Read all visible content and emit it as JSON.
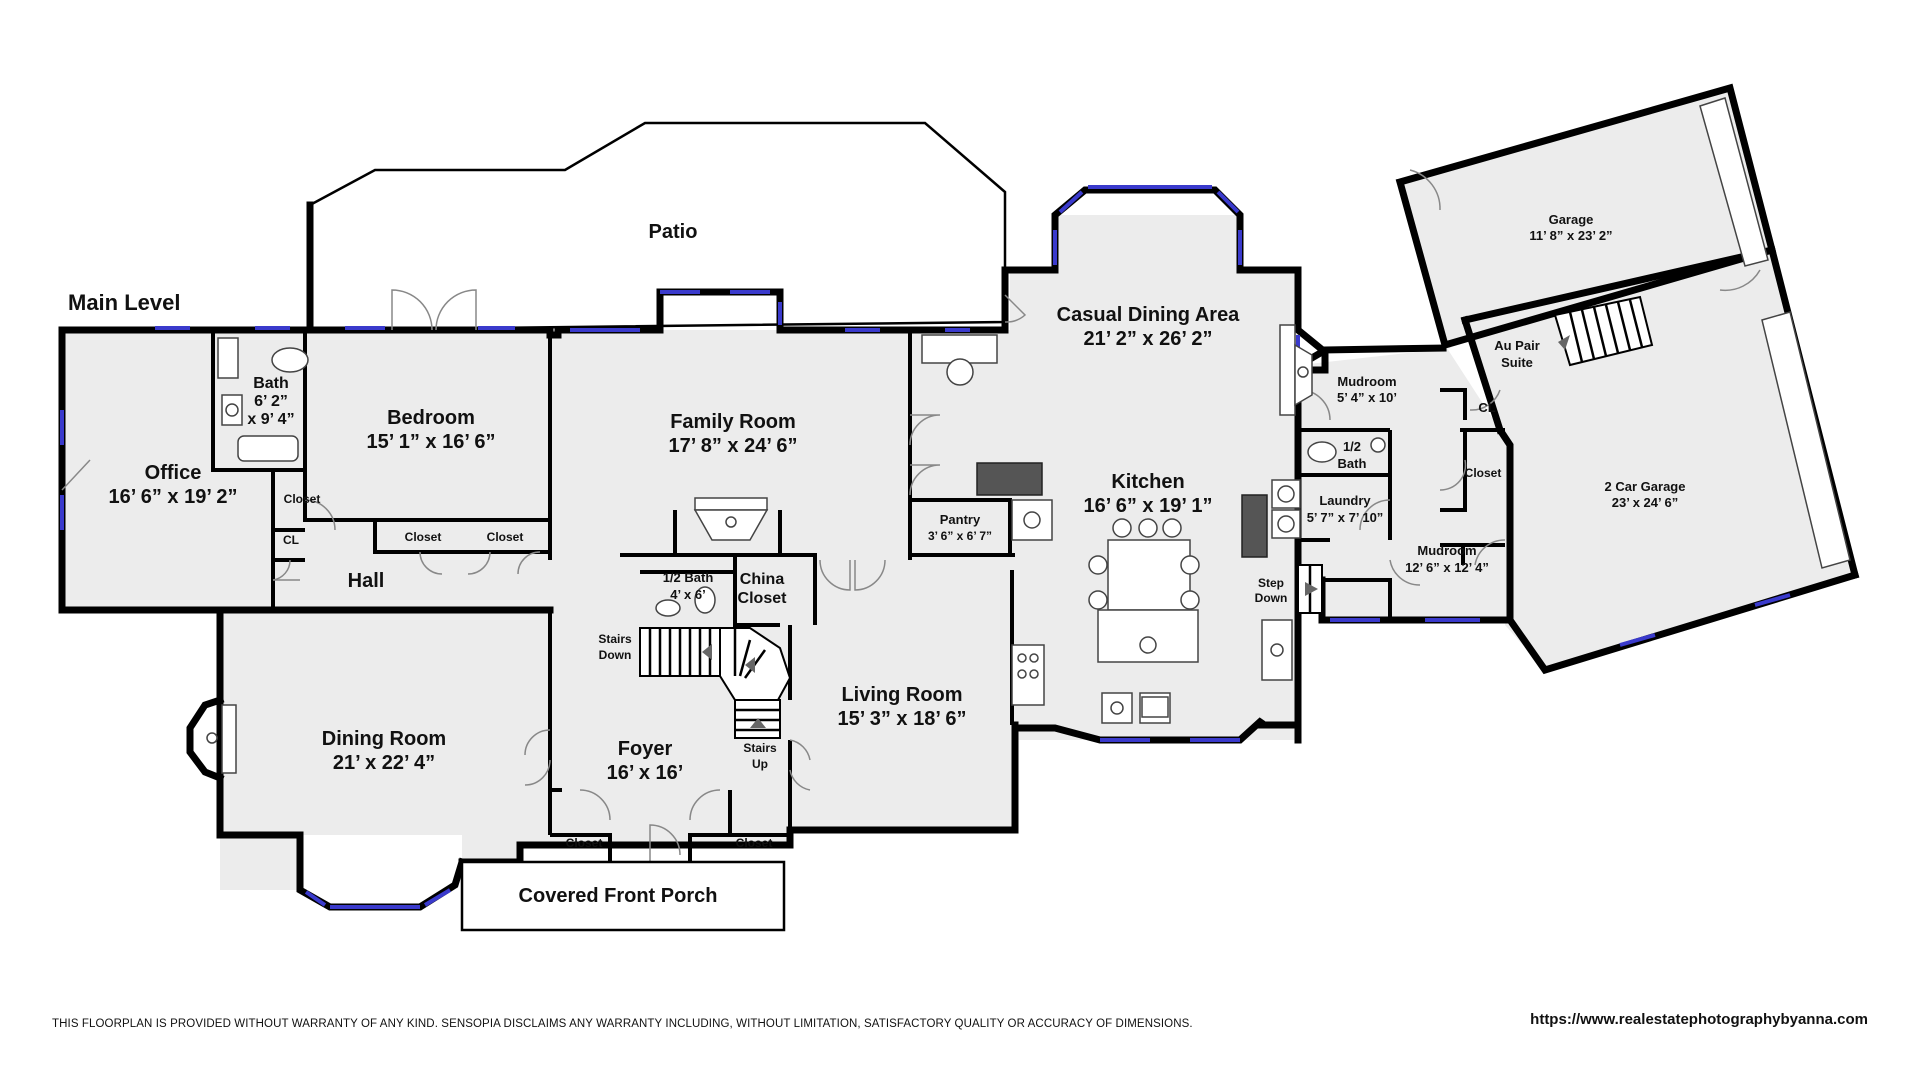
{
  "level_title": "Main Level",
  "rooms": {
    "patio": {
      "name": "Patio"
    },
    "office": {
      "name": "Office",
      "dims": "16’ 6” x 19’ 2”"
    },
    "bath": {
      "name": "Bath",
      "dims1": "6’ 2”",
      "dims2": "x 9’ 4”"
    },
    "bedroom": {
      "name": "Bedroom",
      "dims": "15’ 1” x 16’ 6”"
    },
    "family_room": {
      "name": "Family Room",
      "dims": "17’ 8” x 24’ 6”"
    },
    "casual_dining": {
      "name": "Casual Dining Area",
      "dims": "21’ 2” x 26’ 2”"
    },
    "kitchen": {
      "name": "Kitchen",
      "dims": "16’ 6” x 19’ 1”"
    },
    "pantry": {
      "name": "Pantry",
      "dims": "3’ 6” x 6’ 7”"
    },
    "half_bath": {
      "name": "1/2 Bath",
      "dims": "4’ x 6’"
    },
    "china_closet": {
      "name1": "China",
      "name2": "Closet"
    },
    "hall": {
      "name": "Hall"
    },
    "dining_room": {
      "name": "Dining Room",
      "dims": "21’ x 22’ 4”"
    },
    "foyer": {
      "name": "Foyer",
      "dims": "16’ x 16’"
    },
    "living_room": {
      "name": "Living Room",
      "dims": "15’ 3” x 18’ 6”"
    },
    "porch": {
      "name": "Covered Front Porch"
    },
    "mudroom1": {
      "name": "Mudroom",
      "dims": "5’ 4” x 10’"
    },
    "half_bath2": {
      "name1": "1/2",
      "name2": "Bath"
    },
    "laundry": {
      "name": "Laundry",
      "dims": "5’ 7” x 7’ 10”"
    },
    "mudroom2": {
      "name": "Mudroom",
      "dims": "12’ 6” x 12’ 4”"
    },
    "garage": {
      "name": "Garage",
      "dims": "11’ 8” x 23’ 2”"
    },
    "au_pair": {
      "name1": "Au Pair",
      "name2": "Suite"
    },
    "two_car": {
      "name": "2 Car Garage",
      "dims": "23’ x 24’ 6”"
    }
  },
  "labels": {
    "closet": "Closet",
    "cl": "CL",
    "stairs_down1": "Stairs",
    "stairs_down2": "Down",
    "stairs_up1": "Stairs",
    "stairs_up2": "Up",
    "step_down1": "Step",
    "step_down2": "Down"
  },
  "footer": {
    "disclaimer": "THIS FLOORPLAN IS PROVIDED WITHOUT WARRANTY OF ANY KIND. SENSOPIA DISCLAIMS ANY WARRANTY INCLUDING, WITHOUT LIMITATION, SATISFACTORY QUALITY OR ACCURACY OF DIMENSIONS.",
    "website": "https://www.realestatephotographybyanna.com"
  },
  "colors": {
    "floor": "#ececec",
    "wall": "#000000",
    "window": "#3a3acc"
  }
}
